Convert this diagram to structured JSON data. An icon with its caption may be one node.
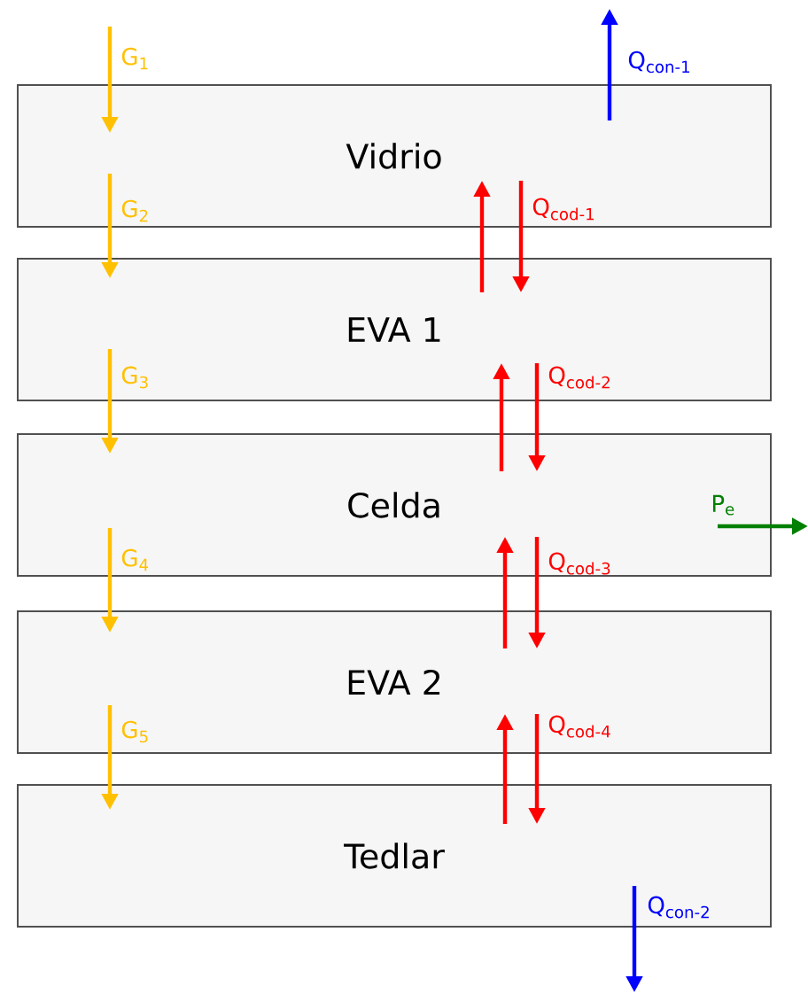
{
  "diagram": {
    "nodes": [
      {
        "text": [
          "Vidrio"
        ]
      },
      {
        "text": [
          "EVA 1"
        ]
      },
      {
        "text": [
          "Celda"
        ]
      },
      {
        "text": [
          "EVA 2"
        ]
      },
      {
        "text": [
          "Tedlar"
        ]
      }
    ],
    "edges": [
      {
        "from": null,
        "to": 0,
        "arrow": "to",
        "label": "G$_{1}$",
        "color": "#ffc000"
      },
      {
        "from": 0,
        "to": 1,
        "arrow": "to",
        "label": "G$_{2}$",
        "color": "#ffc000"
      },
      {
        "from": 1,
        "to": 2,
        "arrow": "to",
        "label": "G$_{3}$",
        "color": "#ffc000"
      },
      {
        "from": 2,
        "to": 3,
        "arrow": "to",
        "label": "G$_{4}$",
        "color": "#ffc000"
      },
      {
        "from": 3,
        "to": 4,
        "arrow": "to",
        "label": "G$_{5}$",
        "color": "#ffc000"
      },
      {
        "from": 0,
        "to": null,
        "arrow": "to",
        "label": "Q$_{con-1}$",
        "color": "#0000ff"
      },
      {
        "from": 1,
        "to": 0,
        "arrow": "to"
      },
      {
        "from": 0,
        "to": 1,
        "arrow": "to",
        "label": "Q$_{cod-1}$"
      },
      {
        "from": 2,
        "to": 1,
        "arrow": "to"
      },
      {
        "from": 1,
        "to": 2,
        "arrow": "to",
        "label": "Q$_{cod-2}$"
      },
      {
        "from": 3,
        "to": 2,
        "arrow": "to"
      },
      {
        "from": 2,
        "to": 3,
        "arrow": "to",
        "label": "Q$_{cod-3}$"
      },
      {
        "from": 4,
        "to": 3,
        "arrow": "to"
      },
      {
        "from": 3,
        "to": 4,
        "arrow": "to",
        "label": "Q$_{cod-4}$"
      },
      {
        "from": 2,
        "to": null,
        "arrow": "to",
        "label": "P$_{e}$",
        "color": "#008000"
      },
      {
        "from": 4,
        "to": null,
        "arrow": "to",
        "label": "Q$_{con-2}$",
        "color": "#0000ff"
      }
    ]
  }
}
